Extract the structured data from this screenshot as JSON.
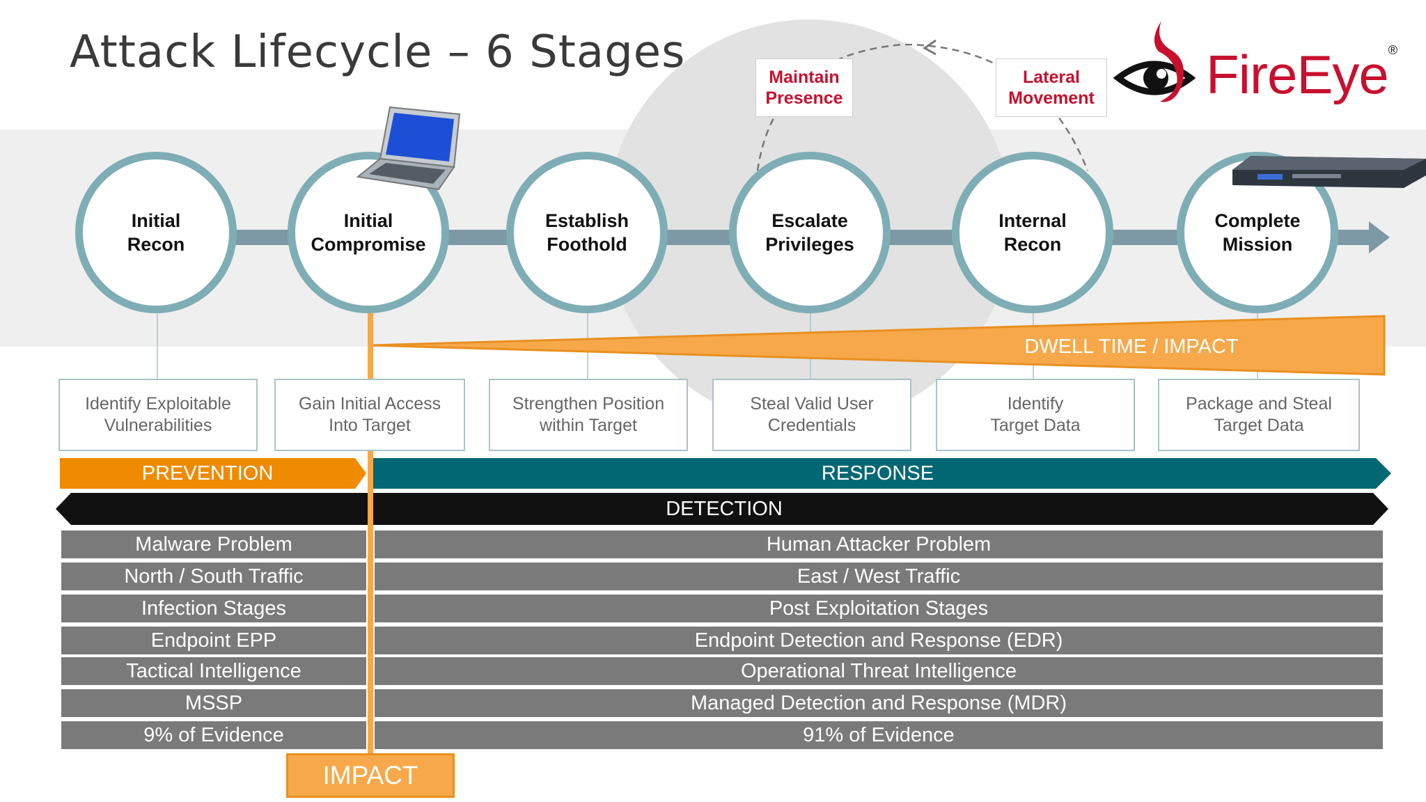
{
  "title": "Attack Lifecycle – 6 Stages",
  "logo": {
    "text": "FireEye",
    "mark": "®"
  },
  "loop_labels": {
    "left": "Maintain\nPresence",
    "right": "Lateral\nMovement"
  },
  "stages": [
    {
      "label": "Initial\nRecon",
      "activity": "Identify Exploitable\nVulnerabilities"
    },
    {
      "label": "Initial\nCompromise",
      "activity": "Gain Initial Access\nInto Target"
    },
    {
      "label": "Establish\nFoothold",
      "activity": "Strengthen Position\nwithin Target"
    },
    {
      "label": "Escalate\nPrivileges",
      "activity": "Steal Valid User\nCredentials"
    },
    {
      "label": "Internal\nRecon",
      "activity": "Identify\nTarget Data"
    },
    {
      "label": "Complete\nMission",
      "activity": "Package and Steal\nTarget Data"
    }
  ],
  "icons": {
    "stage2": "laptop-icon",
    "stage6": "server-appliance-icon",
    "brand": "fireeye-eye-flame-icon"
  },
  "dwell_label": "DWELL TIME / IMPACT",
  "prevention_label": "PREVENTION",
  "response_label": "RESPONSE",
  "detection_label": "DETECTION",
  "comparison_rows": [
    {
      "left": "Malware Problem",
      "right": "Human Attacker Problem"
    },
    {
      "left": "North / South Traffic",
      "right": "East / West Traffic"
    },
    {
      "left": "Infection Stages",
      "right": "Post Exploitation Stages"
    },
    {
      "left": "Endpoint EPP",
      "right": "Endpoint Detection and Response (EDR)"
    },
    {
      "left": "Tactical Intelligence",
      "right": "Operational Threat Intelligence"
    },
    {
      "left": "MSSP",
      "right": "Managed Detection and Response (MDR)"
    },
    {
      "left": "9% of Evidence",
      "right": "91% of Evidence"
    }
  ],
  "impact_label": "IMPACT",
  "colors": {
    "circle_ring": "#7fadb5",
    "prevention": "#f08a00",
    "response": "#036873",
    "detection": "#111111",
    "dwell": "#f7a84a",
    "row_bar": "#7a7a7a",
    "brand_red": "#c8102e"
  }
}
